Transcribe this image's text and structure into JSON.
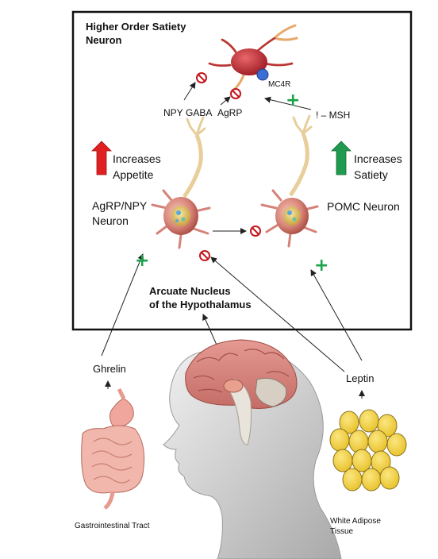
{
  "box": {
    "title_line1": "Higher Order Satiety",
    "title_line2": "Neuron",
    "arcuate_line1": "Arcuate Nucleus",
    "arcuate_line2": "of the Hypothalamus"
  },
  "receptor": {
    "label": "MC4R",
    "color": "#3b6fd6"
  },
  "signals": {
    "npy": "NPY",
    "gaba": "GABA",
    "agrp": "AgRP",
    "msh": "! – MSH"
  },
  "appetite": {
    "line1": "Increases",
    "line2": "Appetite",
    "arrow_color": "#e02020",
    "arrow_icon": "arrow-up-icon"
  },
  "satiety": {
    "line1": "Increases",
    "line2": "Satiety",
    "arrow_color": "#1f9a4e",
    "arrow_icon": "arrow-up-icon"
  },
  "agrp_neuron": {
    "line1": "AgRP/NPY",
    "line2": "Neuron"
  },
  "pomc_neuron": {
    "label": "POMC Neuron"
  },
  "hormones": {
    "ghrelin": "Ghrelin",
    "leptin": "Leptin"
  },
  "organs": {
    "gi": "Gastrointestinal Tract",
    "fat_line1": "White Adipose",
    "fat_line2": "Tissue"
  },
  "symbols": {
    "plus": "+",
    "plus_color": "#1aa34a",
    "inhibit_icon": "inhibit-icon",
    "inhibit_color": "#c4161c"
  }
}
